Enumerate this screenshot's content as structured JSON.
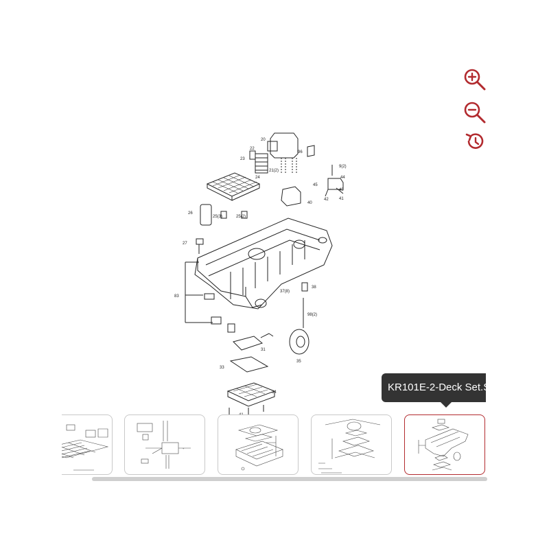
{
  "toolbar": {
    "zoom_in_icon": "zoom-in-icon",
    "zoom_out_icon": "zoom-out-icon",
    "reset_icon": "history-icon",
    "icon_color": "#b22a2e"
  },
  "tooltip": {
    "text": "KR101E-2-Deck Set.S"
  },
  "diagram": {
    "labels": [
      "20",
      "96",
      "22",
      "23",
      "21(2)",
      "9(2)",
      "44",
      "45",
      "43",
      "42",
      "41",
      "40",
      "24",
      "26",
      "25(3)",
      "25(2)",
      "27",
      "38",
      "37(8)",
      "83",
      "98(2)",
      "31",
      "35",
      "33",
      "34",
      "41"
    ]
  },
  "thumbnails": {
    "active_index": 4,
    "count": 5
  },
  "colors": {
    "accent": "#b22a2e",
    "tooltip_bg": "#333333"
  }
}
